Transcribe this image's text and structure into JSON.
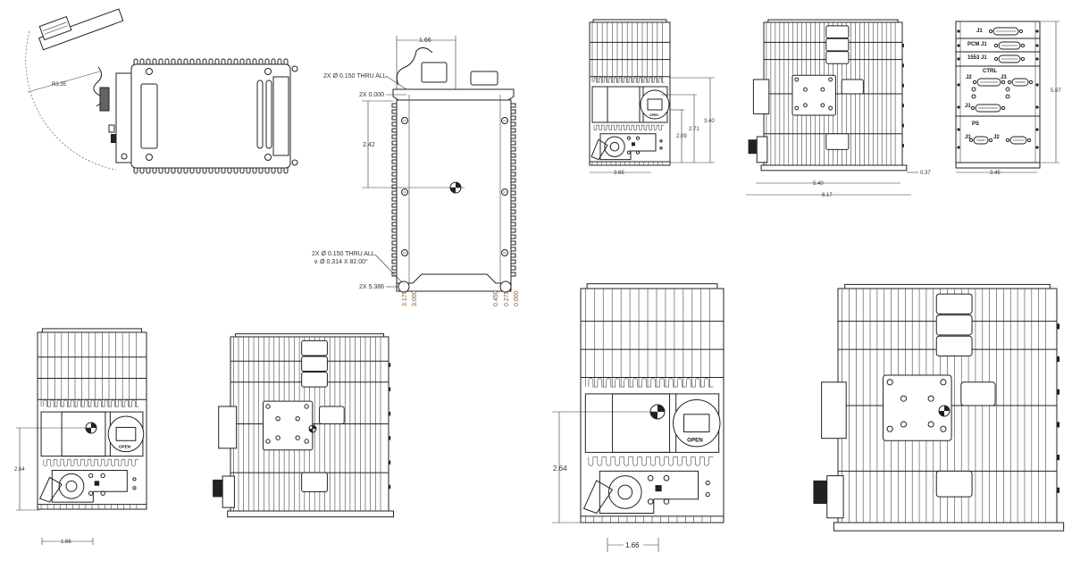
{
  "views": {
    "top_open": {
      "radius_label": "R3.35"
    },
    "bottom_plan": {
      "width_dim": "1.66",
      "hole_callout_top": "2X Ø 0.150 THRU ALL",
      "ref_top": "2X 0.000",
      "height_dim": "2.42",
      "hole_callout_bottom_1": "2X Ø 0.150 THRU ALL",
      "hole_callout_bottom_2": "∨ Ø 0.314 X 82.00°",
      "ref_bottom": "2X 5.386",
      "ordinates": [
        "3.175",
        "3.000",
        "0.450",
        "0.275",
        "0.000"
      ]
    },
    "front_small": {
      "dims": [
        "3.40",
        "2.71",
        "2.09",
        "3.65"
      ],
      "switch_label": "OPEN"
    },
    "side_small": {
      "dims": [
        "5.40",
        "6.17",
        "0.37"
      ]
    },
    "connector_panel": {
      "labels": [
        "J1",
        "PCM J1",
        "1553 J1",
        "CTRL",
        "J2",
        "J3",
        "J1",
        "PS",
        "J1",
        "J2"
      ],
      "dims": [
        "5.67",
        "3.45"
      ]
    },
    "front_cg_small": {
      "dims": [
        "2.64",
        "1.66"
      ],
      "switch_label": "OPEN"
    },
    "front_cg_large": {
      "dims": [
        "2.64",
        "1.66"
      ],
      "switch_label": "OPEN"
    }
  },
  "colors": {
    "line": "#222222",
    "dimension": "#333333",
    "ordinate_text": "#8a5a2a"
  }
}
